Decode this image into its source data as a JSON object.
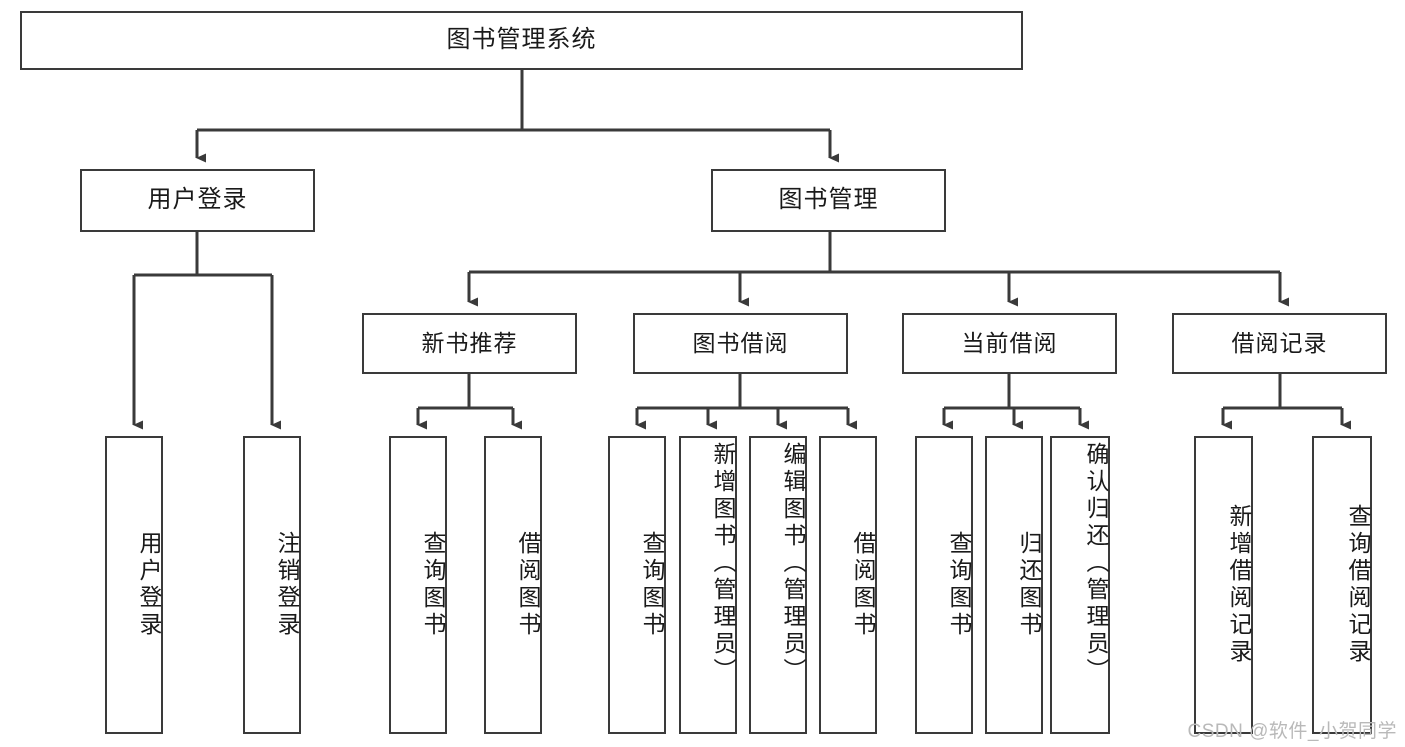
{
  "diagram": {
    "title": "图书管理系统",
    "type": "hierarchy-tree",
    "root": {
      "label": "图书管理系统"
    },
    "level2": [
      {
        "label": "用户登录"
      },
      {
        "label": "图书管理"
      }
    ],
    "level3": [
      {
        "label": "新书推荐"
      },
      {
        "label": "图书借阅"
      },
      {
        "label": "当前借阅"
      },
      {
        "label": "借阅记录"
      }
    ],
    "leaves": {
      "user_login": [
        {
          "label": "用户登录"
        },
        {
          "label": "注销登录"
        }
      ],
      "new_book_recommend": [
        {
          "label": "查询图书"
        },
        {
          "label": "借阅图书"
        }
      ],
      "book_borrow": [
        {
          "label": "查询图书"
        },
        {
          "label": "新增图书（管理员）"
        },
        {
          "label": "编辑图书（管理员）"
        },
        {
          "label": "借阅图书"
        }
      ],
      "current_borrow": [
        {
          "label": "查询图书"
        },
        {
          "label": "归还图书"
        },
        {
          "label": "确认归还（管理员）"
        }
      ],
      "borrow_record": [
        {
          "label": "新增借阅记录"
        },
        {
          "label": "查询借阅记录"
        }
      ]
    }
  },
  "watermark": {
    "text": "CSDN @软件_小贺同学"
  },
  "colors": {
    "border": "#3a3a3a",
    "text": "#1a1a1a",
    "background": "#ffffff",
    "watermark": "#b9b9b9"
  }
}
